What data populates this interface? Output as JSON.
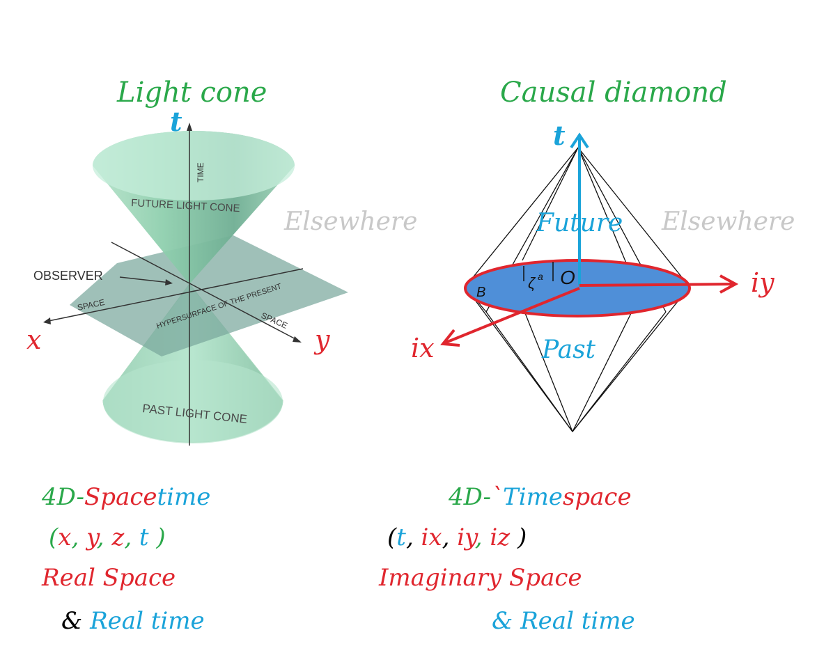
{
  "left_panel": {
    "title": "Light cone",
    "elsewhere": "Elsewhere",
    "axis_t": "t",
    "axis_x": "x",
    "axis_y": "y",
    "label_time": "TIME",
    "label_future": "FUTURE LIGHT CONE",
    "label_observer": "OBSERVER",
    "label_space_left": "SPACE",
    "label_space_right": "SPACE",
    "label_hypersurface": "HYPERSURFACE OF THE PRESENT",
    "label_past": "PAST LIGHT CONE"
  },
  "right_panel": {
    "title": "Causal diamond",
    "elsewhere": "Elsewhere",
    "axis_t": "t",
    "axis_ix": "ix",
    "axis_iy": "iy",
    "label_future": "Future",
    "label_past": "Past",
    "label_origin": "O",
    "label_b": "B",
    "label_zeta": "ζ",
    "label_a": "a"
  },
  "captions": {
    "left": {
      "line1": [
        "4D-",
        "Space",
        "time"
      ],
      "line2": [
        "(",
        "x",
        ",",
        " y",
        ",",
        " z",
        ",",
        " t",
        " )"
      ],
      "line3": "Real Space",
      "line4": [
        "&",
        " Real time"
      ]
    },
    "right": {
      "line1": [
        "4D-",
        "`",
        "Time",
        "space"
      ],
      "line2": [
        "(",
        "t",
        ",",
        " ix",
        ",",
        " iy",
        ",",
        " iz",
        " )"
      ],
      "line3": "Imaginary Space",
      "line4": [
        "&",
        "  Real time"
      ]
    }
  },
  "colors": {
    "title_green": "#2aa84a",
    "axis_red": "#e0262e",
    "axis_blue": "#1aa3d9",
    "cone_green": "#8fcfae",
    "disk_blue": "#4f8fd8",
    "elsewhere_gray": "#c8c8c8"
  }
}
